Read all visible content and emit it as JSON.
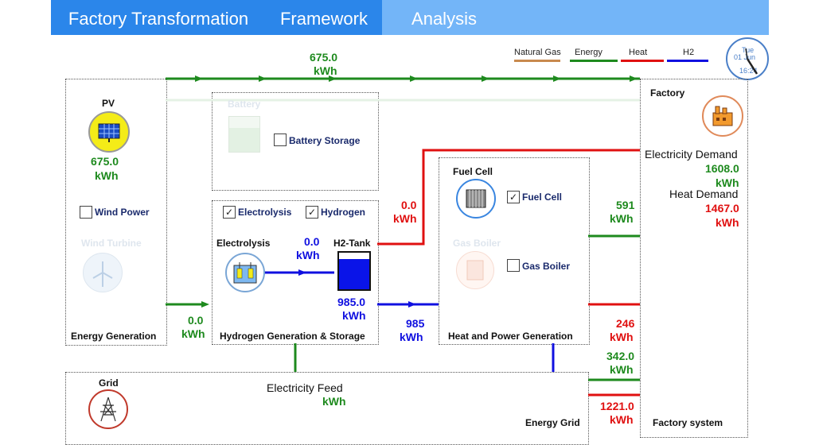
{
  "tabs": [
    {
      "label": "Factory Transformation"
    },
    {
      "label": "Framework"
    },
    {
      "label": "Analysis"
    }
  ],
  "legend": [
    "Natural Gas",
    "Energy",
    "Heat",
    "H2"
  ],
  "colors": {
    "natural_gas": "#c8894e",
    "energy": "#1e8a1e",
    "heat": "#e01010",
    "h2": "#1010e0",
    "tab_dark": "#2b86ea",
    "tab_light": "#73b5f8"
  },
  "clock": {
    "day": "Tue",
    "date": "01 Jun",
    "time": "16:24"
  },
  "flows": {
    "top": {
      "value": "675.0",
      "unit": "kWh"
    },
    "pv_to_h2": {
      "value": "0.0",
      "unit": "kWh"
    },
    "h2_out": {
      "value": "0.0",
      "unit": "kWh"
    },
    "electrolysis": {
      "value": "0.0",
      "unit": "kWh"
    },
    "tank": {
      "value": "985.0",
      "unit": "kWh"
    },
    "h2_to_fc": {
      "value": "985",
      "unit": "kWh"
    },
    "fc_elec": {
      "value": "591",
      "unit": "kWh"
    },
    "fc_heat": {
      "value": "246",
      "unit": "kWh"
    },
    "grid_elec": {
      "value": "342.0",
      "unit": "kWh"
    },
    "grid_heat": {
      "value": "1221.0",
      "unit": "kWh"
    }
  },
  "generation": {
    "pv_label": "PV",
    "pv_value": "675.0",
    "pv_unit": "kWh",
    "wind_power": "Wind Power",
    "wind_turbine": "Wind Turbine",
    "title": "Energy Generation"
  },
  "battery": {
    "ghost_label": "Battery",
    "storage_label": "Battery Storage"
  },
  "hydrogen": {
    "electrolysis_cb": "Electrolysis",
    "hydrogen_cb": "Hydrogen",
    "electrolysis_label": "Electrolysis",
    "tank_label": "H2-Tank",
    "title": "Hydrogen Generation & Storage"
  },
  "heat_power": {
    "fuel_cell_title": "Fuel Cell",
    "fuel_cell_cb": "Fuel Cell",
    "gas_boiler_ghost": "Gas Boiler",
    "gas_boiler_cb": "Gas Boiler",
    "title": "Heat and Power Generation"
  },
  "factory": {
    "label": "Factory",
    "elec_demand_label": "Electricity Demand",
    "elec_demand_value": "1608.0",
    "elec_demand_unit": "kWh",
    "heat_demand_label": "Heat Demand",
    "heat_demand_value": "1467.0",
    "heat_demand_unit": "kWh",
    "system_title": "Factory system"
  },
  "grid": {
    "label": "Grid",
    "feed_label": "Electricity Feed",
    "feed_unit": "kWh",
    "title": "Energy Grid"
  }
}
